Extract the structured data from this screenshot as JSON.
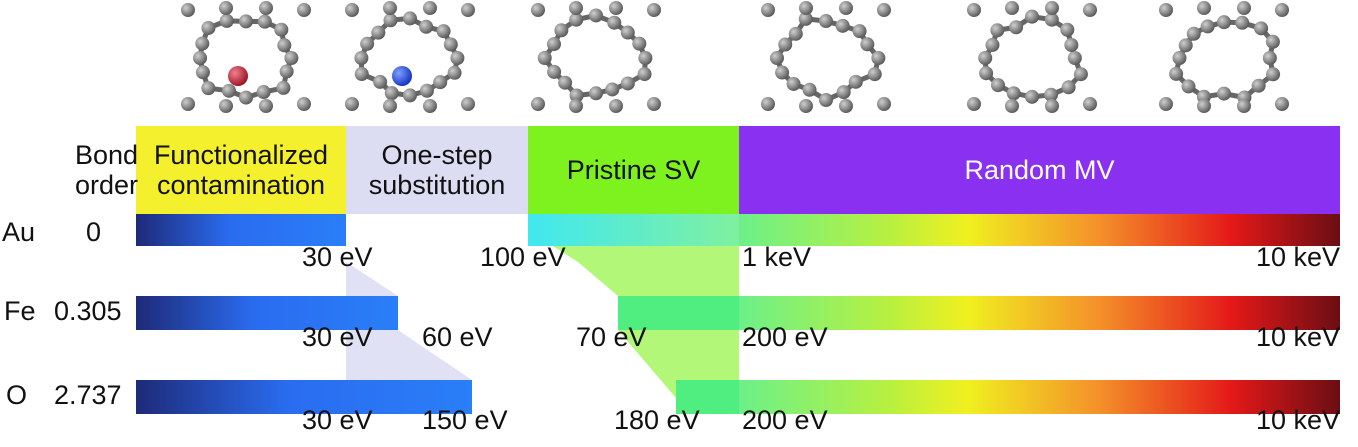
{
  "header": {
    "bond_order": [
      "Bond",
      "order"
    ],
    "categories": [
      {
        "lines": [
          "Functionalized",
          "contamination"
        ],
        "color": "#f4f02e",
        "text_color": "#111111"
      },
      {
        "lines": [
          "One-step",
          "substitution"
        ],
        "color": "#dcdcf2",
        "text_color": "#111111"
      },
      {
        "lines": [
          "Pristine SV"
        ],
        "color": "#7ef21e",
        "text_color": "#111111"
      },
      {
        "lines": [
          "Random MV"
        ],
        "color": "#8a30f0",
        "text_color": "#ffffff"
      }
    ]
  },
  "rows": [
    {
      "element": "Au",
      "bond_order": "0",
      "labels": [
        "30 eV",
        "100 eV",
        "1 keV",
        "10 keV"
      ]
    },
    {
      "element": "Fe",
      "bond_order": "0.305",
      "labels": [
        "30 eV",
        "60 eV",
        "70 eV",
        "200 eV",
        "10 keV"
      ]
    },
    {
      "element": "O",
      "bond_order": "2.737",
      "labels": [
        "30 eV",
        "150 eV",
        "180 eV",
        "200 eV",
        "10 keV"
      ]
    }
  ],
  "structures": [
    {
      "name": "functionalized-structure",
      "dopant_color": "#c0283c"
    },
    {
      "name": "substitution-structure",
      "dopant_color": "#2a4ae8"
    },
    {
      "name": "pristine-sv-structure"
    },
    {
      "name": "mv-structure-1"
    },
    {
      "name": "mv-structure-2"
    },
    {
      "name": "mv-structure-3"
    }
  ],
  "colors": {
    "blue_dark": "#1e2a78",
    "blue": "#2a6cf0",
    "yellow": "#f0f020",
    "orange": "#f4902a",
    "red": "#e41818",
    "dark_red": "#6a0e14"
  }
}
